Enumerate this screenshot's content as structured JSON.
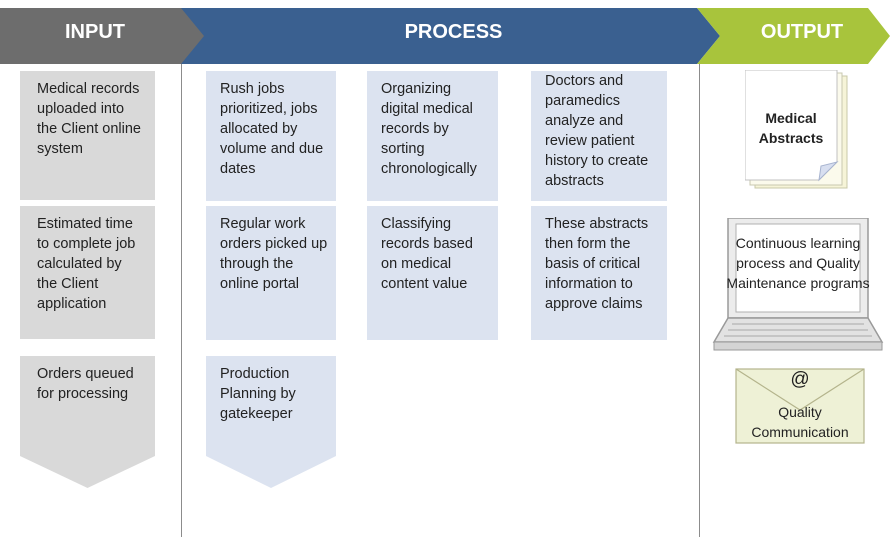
{
  "colors": {
    "input_header": "#6d6d6d",
    "process_header": "#3a6090",
    "output_header": "#a8c43c",
    "input_box": "#d9d9d9",
    "process_box": "#dce3f0"
  },
  "headers": {
    "input": "INPUT",
    "process": "PROCESS",
    "output": "OUTPUT"
  },
  "input": {
    "step1": "Medical records uploaded into the Client online system",
    "step2": "Estimated time to complete job calculated by the Client application",
    "step3": "Orders queued for processing"
  },
  "process": {
    "col1": [
      "Rush jobs prioritized, jobs allocated by volume and due dates",
      "Regular work orders picked up through the online portal",
      "Production Planning by gatekeeper"
    ],
    "col2": [
      "Organizing digital medical records by sorting chronologically",
      "Classifying records based on medical content value"
    ],
    "col3": [
      "Doctors and paramedics analyze and review patient history to create abstracts",
      "These abstracts then form the basis of critical information to approve claims"
    ]
  },
  "output": {
    "document_label": "Medical Abstracts",
    "laptop_label": "Continuous learning process and Quality Maintenance programs",
    "envelope_symbol": "@",
    "envelope_label": "Quality Communication"
  }
}
